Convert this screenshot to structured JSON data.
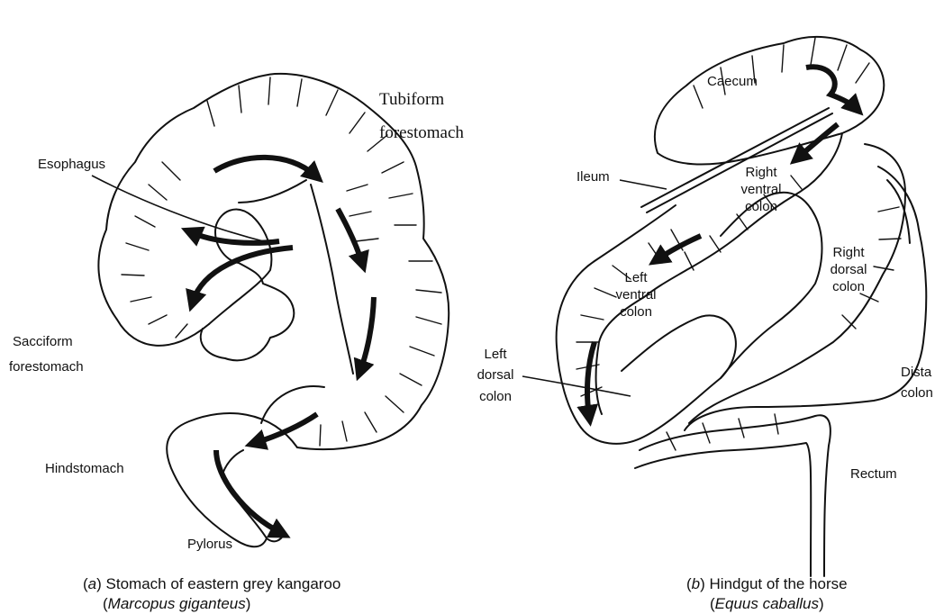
{
  "kangaroo": {
    "labels": {
      "tubiform_1": "Tubiform",
      "tubiform_2": "forestomach",
      "esophagus": "Esophagus",
      "sacciform_1": "Sacciform",
      "sacciform_2": "forestomach",
      "hindstomach": "Hindstomach",
      "pylorus": "Pylorus"
    },
    "caption": {
      "prefix": "(",
      "letter": "a",
      "line1": ") Stomach of eastern grey kangaroo",
      "line2_open": "(",
      "species": "Marcopus giganteus",
      "line2_close": ")"
    }
  },
  "horse": {
    "labels": {
      "caecum": "Caecum",
      "ileum": "Ileum",
      "rvc_1": "Right",
      "rvc_2": "ventral",
      "rvc_3": "colon",
      "rdc_1": "Right",
      "rdc_2": "dorsal",
      "rdc_3": "colon",
      "lvc_1": "Left",
      "lvc_2": "ventral",
      "lvc_3": "colon",
      "ldc_1": "Left",
      "ldc_2": "dorsal",
      "ldc_3": "colon",
      "distal_1": "Dista",
      "distal_2": "colon",
      "rectum": "Rectum"
    },
    "caption": {
      "prefix": "(",
      "letter": "b",
      "line1": ") Hindgut of the horse",
      "line2_open": "(",
      "species": "Equus caballus",
      "line2_close": ")"
    }
  }
}
